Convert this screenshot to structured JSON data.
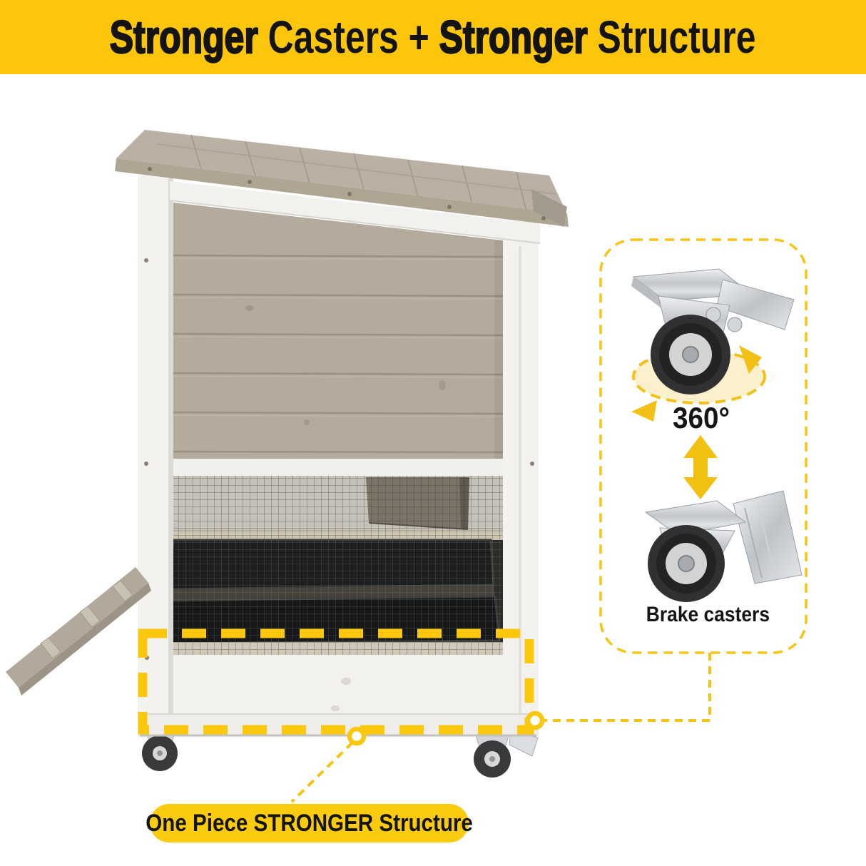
{
  "title_banner": {
    "bold_word_1": "Stronger",
    "normal_word_1": " Casters + ",
    "bold_word_2": "Stronger",
    "normal_word_2": " Structure",
    "background_color": "#FCC60D",
    "text_color": "#141414"
  },
  "caster_feature_panel": {
    "swivel_caster_label": "360°",
    "brake_caster_label": "Brake casters",
    "border_color": "#F6C516",
    "rotation_ellipse_fill": "#FAF0CB",
    "icons": {
      "top_image": "swivel-brake-caster-photo",
      "rotation_indicator": "dashed-rotation-ellipse-with-arrows",
      "between_arrow": "double-headed-vertical-arrow",
      "bottom_image": "brake-caster-photo"
    }
  },
  "structure_callout": {
    "label": "One Piece STRONGER Structure",
    "pill_color": "#FBCB10",
    "highlight_box_color": "#FBC80D",
    "connector_color": "#F5C411"
  }
}
